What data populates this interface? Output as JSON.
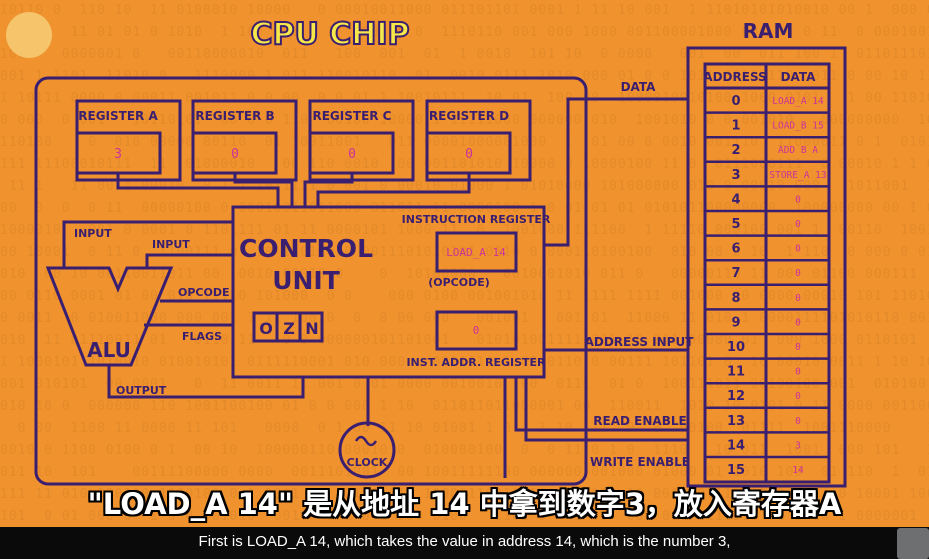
{
  "title": "CPU CHIP",
  "ram_title": "RAM",
  "registers": [
    {
      "label": "REGISTER A",
      "value": "3"
    },
    {
      "label": "REGISTER B",
      "value": "0"
    },
    {
      "label": "REGISTER C",
      "value": "0"
    },
    {
      "label": "REGISTER D",
      "value": "0"
    }
  ],
  "control_unit": {
    "line1": "CONTROL",
    "line2": "UNIT"
  },
  "instruction_register": {
    "label": "INSTRUCTION REGISTER",
    "value": "LOAD_A 14",
    "sublabel": "(OPCODE)"
  },
  "inst_addr_register": {
    "label": "INST. ADDR. REGISTER",
    "value": "0"
  },
  "flags": [
    "O",
    "Z",
    "N"
  ],
  "alu": {
    "label": "ALU"
  },
  "wire_labels": {
    "input1": "INPUT",
    "input2": "INPUT",
    "opcode": "OPCODE",
    "flags": "FLAGS",
    "output": "OUTPUT",
    "data": "DATA",
    "address_input": "ADDRESS INPUT",
    "read_enable": "READ ENABLE",
    "write_enable": "WRITE ENABLE",
    "clock": "CLOCK"
  },
  "ram": {
    "headers": [
      "ADDRESS",
      "DATA"
    ],
    "rows": [
      {
        "address": "0",
        "data": "LOAD_A 14"
      },
      {
        "address": "1",
        "data": "LOAD_B 15"
      },
      {
        "address": "2",
        "data": "ADD B A"
      },
      {
        "address": "3",
        "data": "STORE_A 13"
      },
      {
        "address": "4",
        "data": "0"
      },
      {
        "address": "5",
        "data": "0"
      },
      {
        "address": "6",
        "data": "0"
      },
      {
        "address": "7",
        "data": "0"
      },
      {
        "address": "8",
        "data": "0"
      },
      {
        "address": "9",
        "data": "0"
      },
      {
        "address": "10",
        "data": "0"
      },
      {
        "address": "11",
        "data": "0"
      },
      {
        "address": "12",
        "data": "0"
      },
      {
        "address": "13",
        "data": "0"
      },
      {
        "address": "14",
        "data": "3"
      },
      {
        "address": "15",
        "data": "14"
      }
    ]
  },
  "subtitle_cn": "\"LOAD_A 14\" 是从地址 14 中拿到数字3，放入寄存器A",
  "subtitle_en": "First is LOAD_A 14, which takes the value in address 14, which is the number 3,",
  "colors": {
    "background": "#f0922e",
    "ink": "#3a1f70",
    "value": "#cc3399",
    "title_fill": "#f7e84a"
  }
}
